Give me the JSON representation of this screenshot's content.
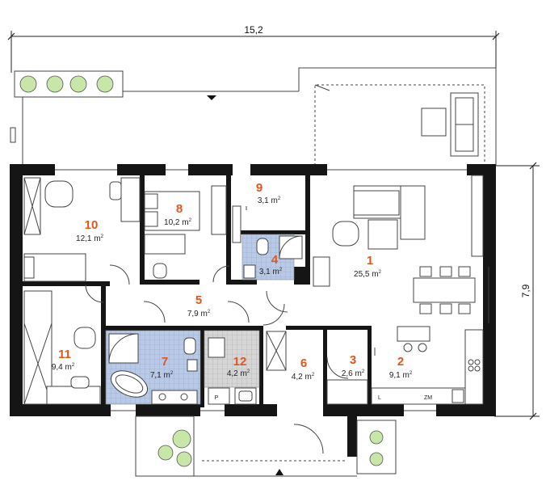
{
  "dimensions": {
    "width": "15,2",
    "depth": "7,9"
  },
  "rooms": [
    {
      "num": "1",
      "area": "25,5 m",
      "unit_sup": "2"
    },
    {
      "num": "2",
      "area": "9,1 m",
      "unit_sup": "2"
    },
    {
      "num": "3",
      "area": "2,6 m",
      "unit_sup": "2"
    },
    {
      "num": "4",
      "area": "3,1 m",
      "unit_sup": "2"
    },
    {
      "num": "5",
      "area": "7,9 m",
      "unit_sup": "2"
    },
    {
      "num": "6",
      "area": "4,2 m",
      "unit_sup": "2"
    },
    {
      "num": "7",
      "area": "7,1 m",
      "unit_sup": "2"
    },
    {
      "num": "8",
      "area": "10,2 m",
      "unit_sup": "2"
    },
    {
      "num": "9",
      "area": "3,1 m",
      "unit_sup": "2"
    },
    {
      "num": "10",
      "area": "12,1 m",
      "unit_sup": "2"
    },
    {
      "num": "11",
      "area": "9,4 m",
      "unit_sup": "2"
    },
    {
      "num": "12",
      "area": "4,2 m",
      "unit_sup": "2"
    }
  ],
  "labels": {
    "p": "P",
    "l": "L",
    "zm": "ZM"
  },
  "colors": {
    "room_number": "#e2561d",
    "wall": "#151515",
    "tile": "#b9c9e6",
    "plant": "#c8e6a8"
  }
}
